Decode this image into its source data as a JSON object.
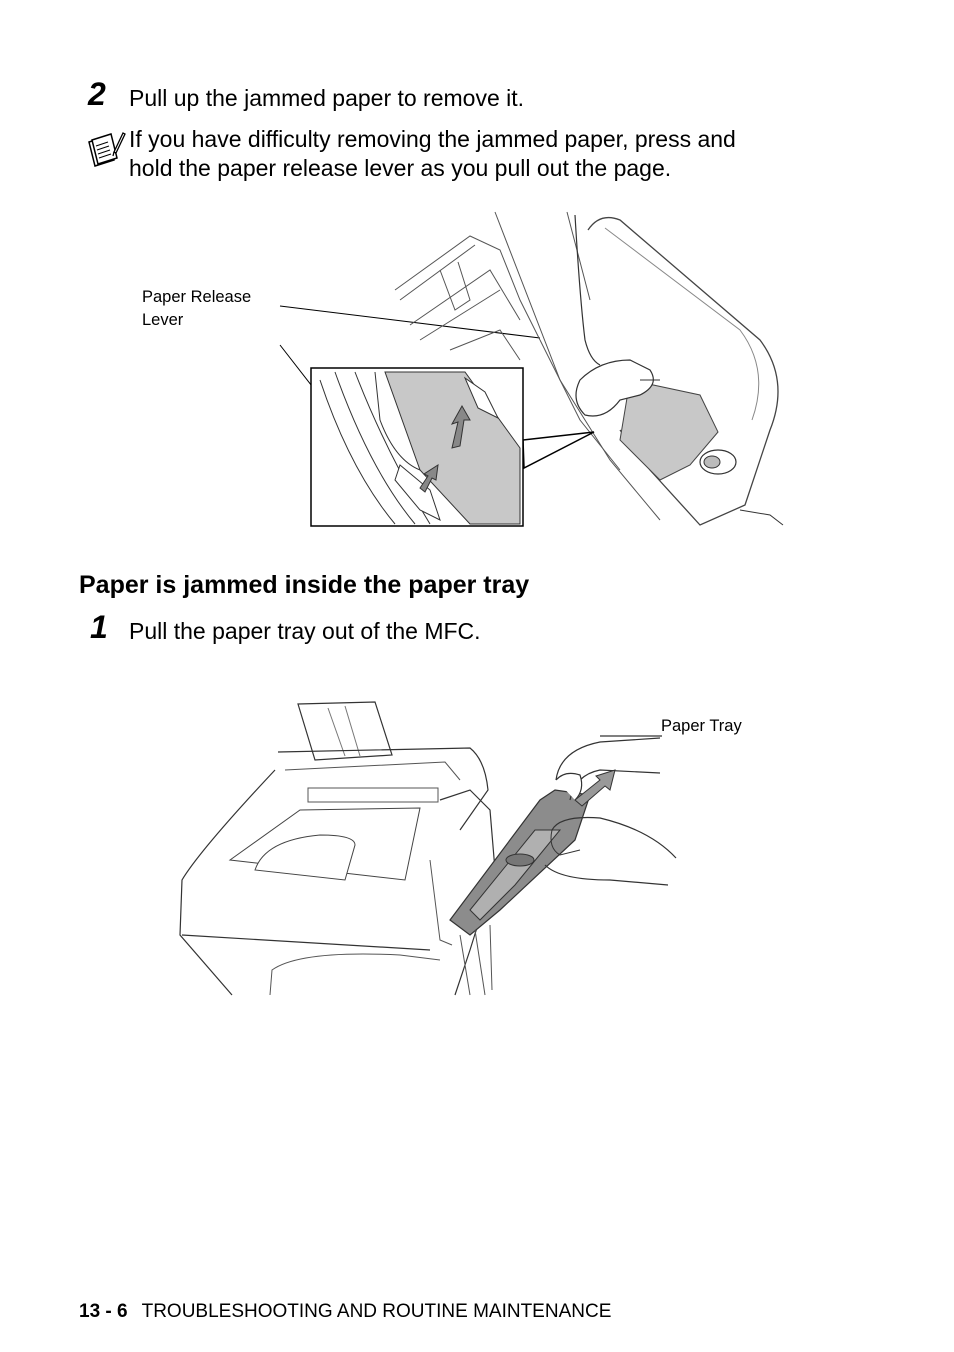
{
  "step2": {
    "number": "2",
    "text": "Pull up the jammed paper to remove it."
  },
  "note": {
    "icon": "note-pencil-icon",
    "text_line1": "If you have difficulty removing the jammed paper, press and",
    "text_line2": "hold the paper release lever as you pull out the page."
  },
  "figure1": {
    "callout_line1": "Paper Release",
    "callout_line2": "Lever"
  },
  "section": {
    "heading": "Paper is jammed inside the paper tray"
  },
  "step1": {
    "number": "1",
    "text": "Pull the paper tray out of the MFC."
  },
  "figure2": {
    "callout": "Paper Tray"
  },
  "footer": {
    "page": "13 - 6",
    "chapter": "TROUBLESHOOTING AND ROUTINE MAINTENANCE"
  }
}
